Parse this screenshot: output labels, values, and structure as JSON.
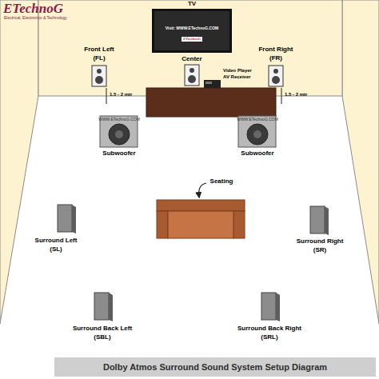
{
  "diagram": {
    "caption": "Dolby Atmos Surround Sound System Setup Diagram",
    "labels": [
      "ETechnoG",
      "Electrical, Electronics & Technology",
      "TV",
      "Visit: WWW.ETechnoG.COM",
      "ETechnoG",
      "Front Left",
      "(FL)",
      "Center",
      "Front Right",
      "(FR)",
      "Video Player",
      "AV Receiver",
      "1.5 - 2 mtr",
      "1.5 - 2 mtr",
      "WWW.ETechnoG.COM",
      "WWW.ETechnoG.COM",
      "Subwoofer",
      "Subwoofer",
      "Seating",
      "Surround Left",
      "(SL)",
      "Surround Right",
      "(SR)",
      "Surround Back Left",
      "(SBL)",
      "Surround Back Right",
      "(SRL)"
    ]
  }
}
